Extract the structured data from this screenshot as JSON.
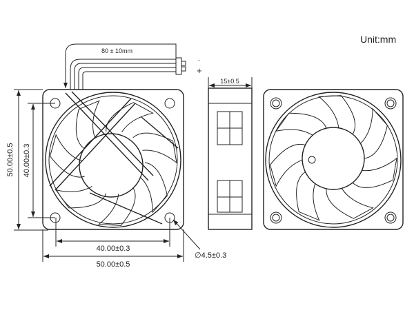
{
  "unit_label": "Unit:mm",
  "cable_length": "80 ± 10mm",
  "connector": {
    "minus": "-",
    "plus": "+"
  },
  "side_thickness": "15±0.5",
  "front_dims": {
    "height_outer": "50.00±0.5",
    "height_holes": "40.00±0.3",
    "width_holes": "40.00±0.3",
    "width_outer": "50.00±0.5",
    "hole_diameter": "∅4.5±0.3"
  },
  "colors": {
    "line": "#222222",
    "minus": "#c0392b"
  }
}
